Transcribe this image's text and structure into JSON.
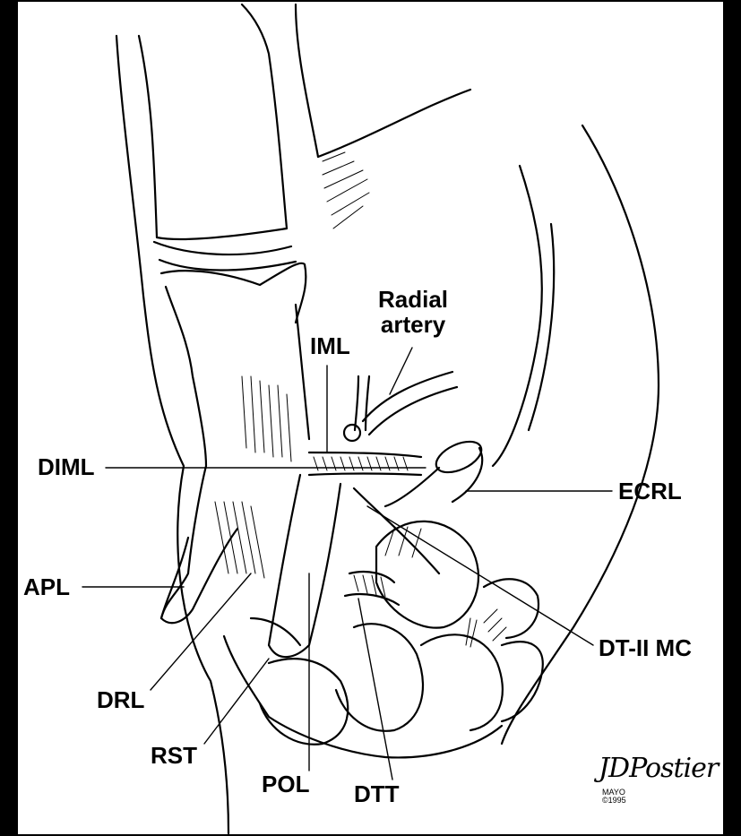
{
  "labels": {
    "radial_artery_line1": "Radial",
    "radial_artery_line2": "artery",
    "iml": "IML",
    "diml": "DIML",
    "ecrl": "ECRL",
    "apl": "APL",
    "dt_ii_mc": "DT-II MC",
    "drl": "DRL",
    "rst": "RST",
    "pol": "POL",
    "dtt": "DTT"
  },
  "credit": {
    "signature": "JDPostier",
    "mayo": "MAYO",
    "year": "©1995"
  }
}
